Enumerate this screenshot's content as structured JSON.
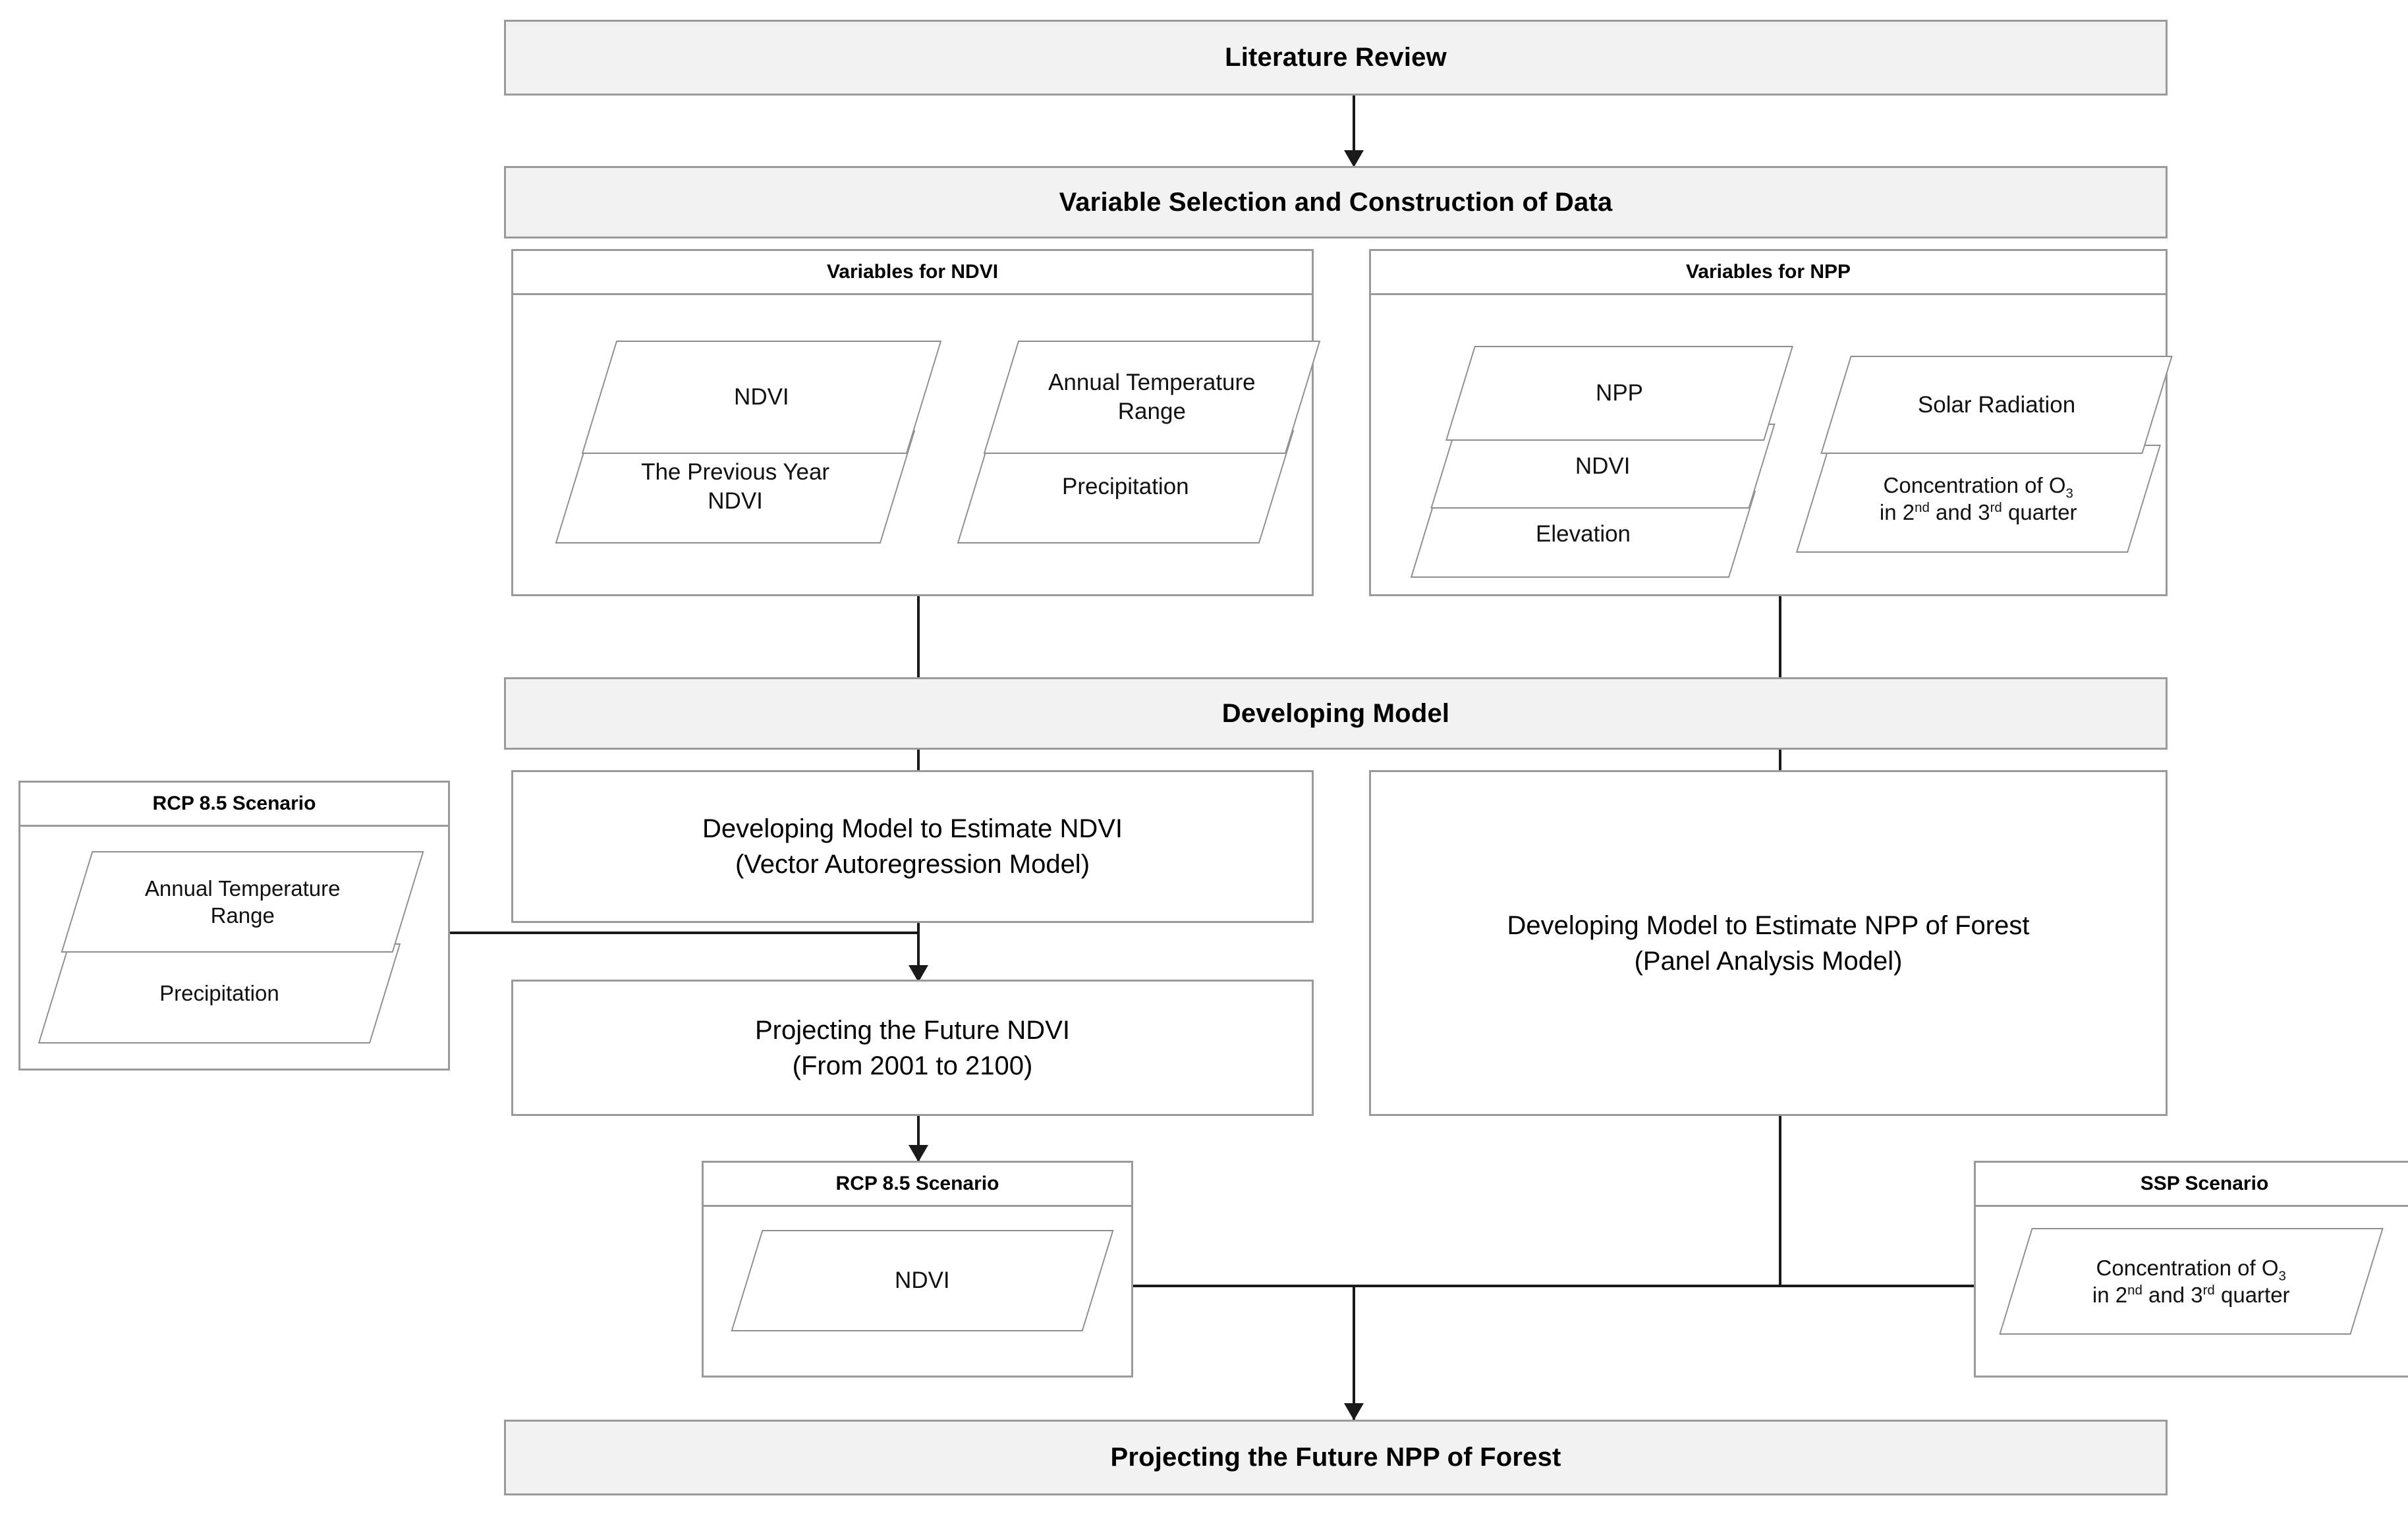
{
  "diagram": {
    "type": "flowchart",
    "title_stage_1": "Literature Review",
    "title_stage_2": "Variable Selection and Construction of Data",
    "title_stage_3": "Developing Model",
    "title_stage_4": "Projecting the Future NPP of Forest"
  },
  "stages": {
    "literature_review": "Literature Review",
    "variable_selection": "Variable Selection and Construction of Data",
    "developing_model": "Developing Model",
    "projecting_npp": "Projecting the Future NPP of Forest"
  },
  "variables_ndvi": {
    "title": "Variables for NDVI",
    "items": [
      {
        "id": "ndvi",
        "label": "NDVI"
      },
      {
        "id": "prev-year-ndvi",
        "line1": "The Previous Year",
        "line2": "NDVI"
      },
      {
        "id": "annual-temp-range",
        "line1": "Annual Temperature",
        "line2": "Range"
      },
      {
        "id": "precipitation",
        "label": "Precipitation"
      }
    ]
  },
  "variables_npp": {
    "title": "Variables for NPP",
    "items": [
      {
        "id": "npp",
        "label": "NPP"
      },
      {
        "id": "ndvi",
        "label": "NDVI"
      },
      {
        "id": "elevation",
        "label": "Elevation"
      },
      {
        "id": "solar-radiation",
        "label": "Solar Radiation"
      },
      {
        "id": "o3-concentration",
        "line1_a": "Concentration of O",
        "line1_sub": "3",
        "line2_a": "in 2",
        "line2_sup1": "nd",
        "line2_b": " and 3",
        "line2_sup2": "rd",
        "line2_c": " quarter"
      }
    ]
  },
  "models": {
    "ndvi_model_line1": "Developing Model to Estimate NDVI",
    "ndvi_model_line2": "(Vector Autoregression Model)",
    "npp_model_line1": "Developing Model to Estimate NPP of Forest",
    "npp_model_line2": "(Panel Analysis Model)",
    "projecting_ndvi_line1": "Projecting the Future NDVI",
    "projecting_ndvi_line2": "(From 2001 to 2100)"
  },
  "scenario_rcp_input": {
    "title": "RCP 8.5 Scenario",
    "items": [
      {
        "id": "annual-temp-range",
        "line1": "Annual Temperature",
        "line2": "Range"
      },
      {
        "id": "precipitation",
        "label": "Precipitation"
      }
    ]
  },
  "scenario_rcp_output": {
    "title": "RCP 8.5 Scenario",
    "items": [
      {
        "id": "ndvi",
        "label": "NDVI"
      }
    ]
  },
  "scenario_ssp": {
    "title": "SSP Scenario",
    "items": [
      {
        "id": "o3-concentration",
        "line1_a": "Concentration of O",
        "line1_sub": "3",
        "line2_a": "in 2",
        "line2_sup1": "nd",
        "line2_b": " and 3",
        "line2_sup2": "rd",
        "line2_c": " quarter"
      }
    ]
  },
  "colors": {
    "stage_fill": "#f2f2f2",
    "border": "#9a9a9a",
    "connector": "#1a1a1a",
    "shape_border": "#8d8d8d"
  }
}
